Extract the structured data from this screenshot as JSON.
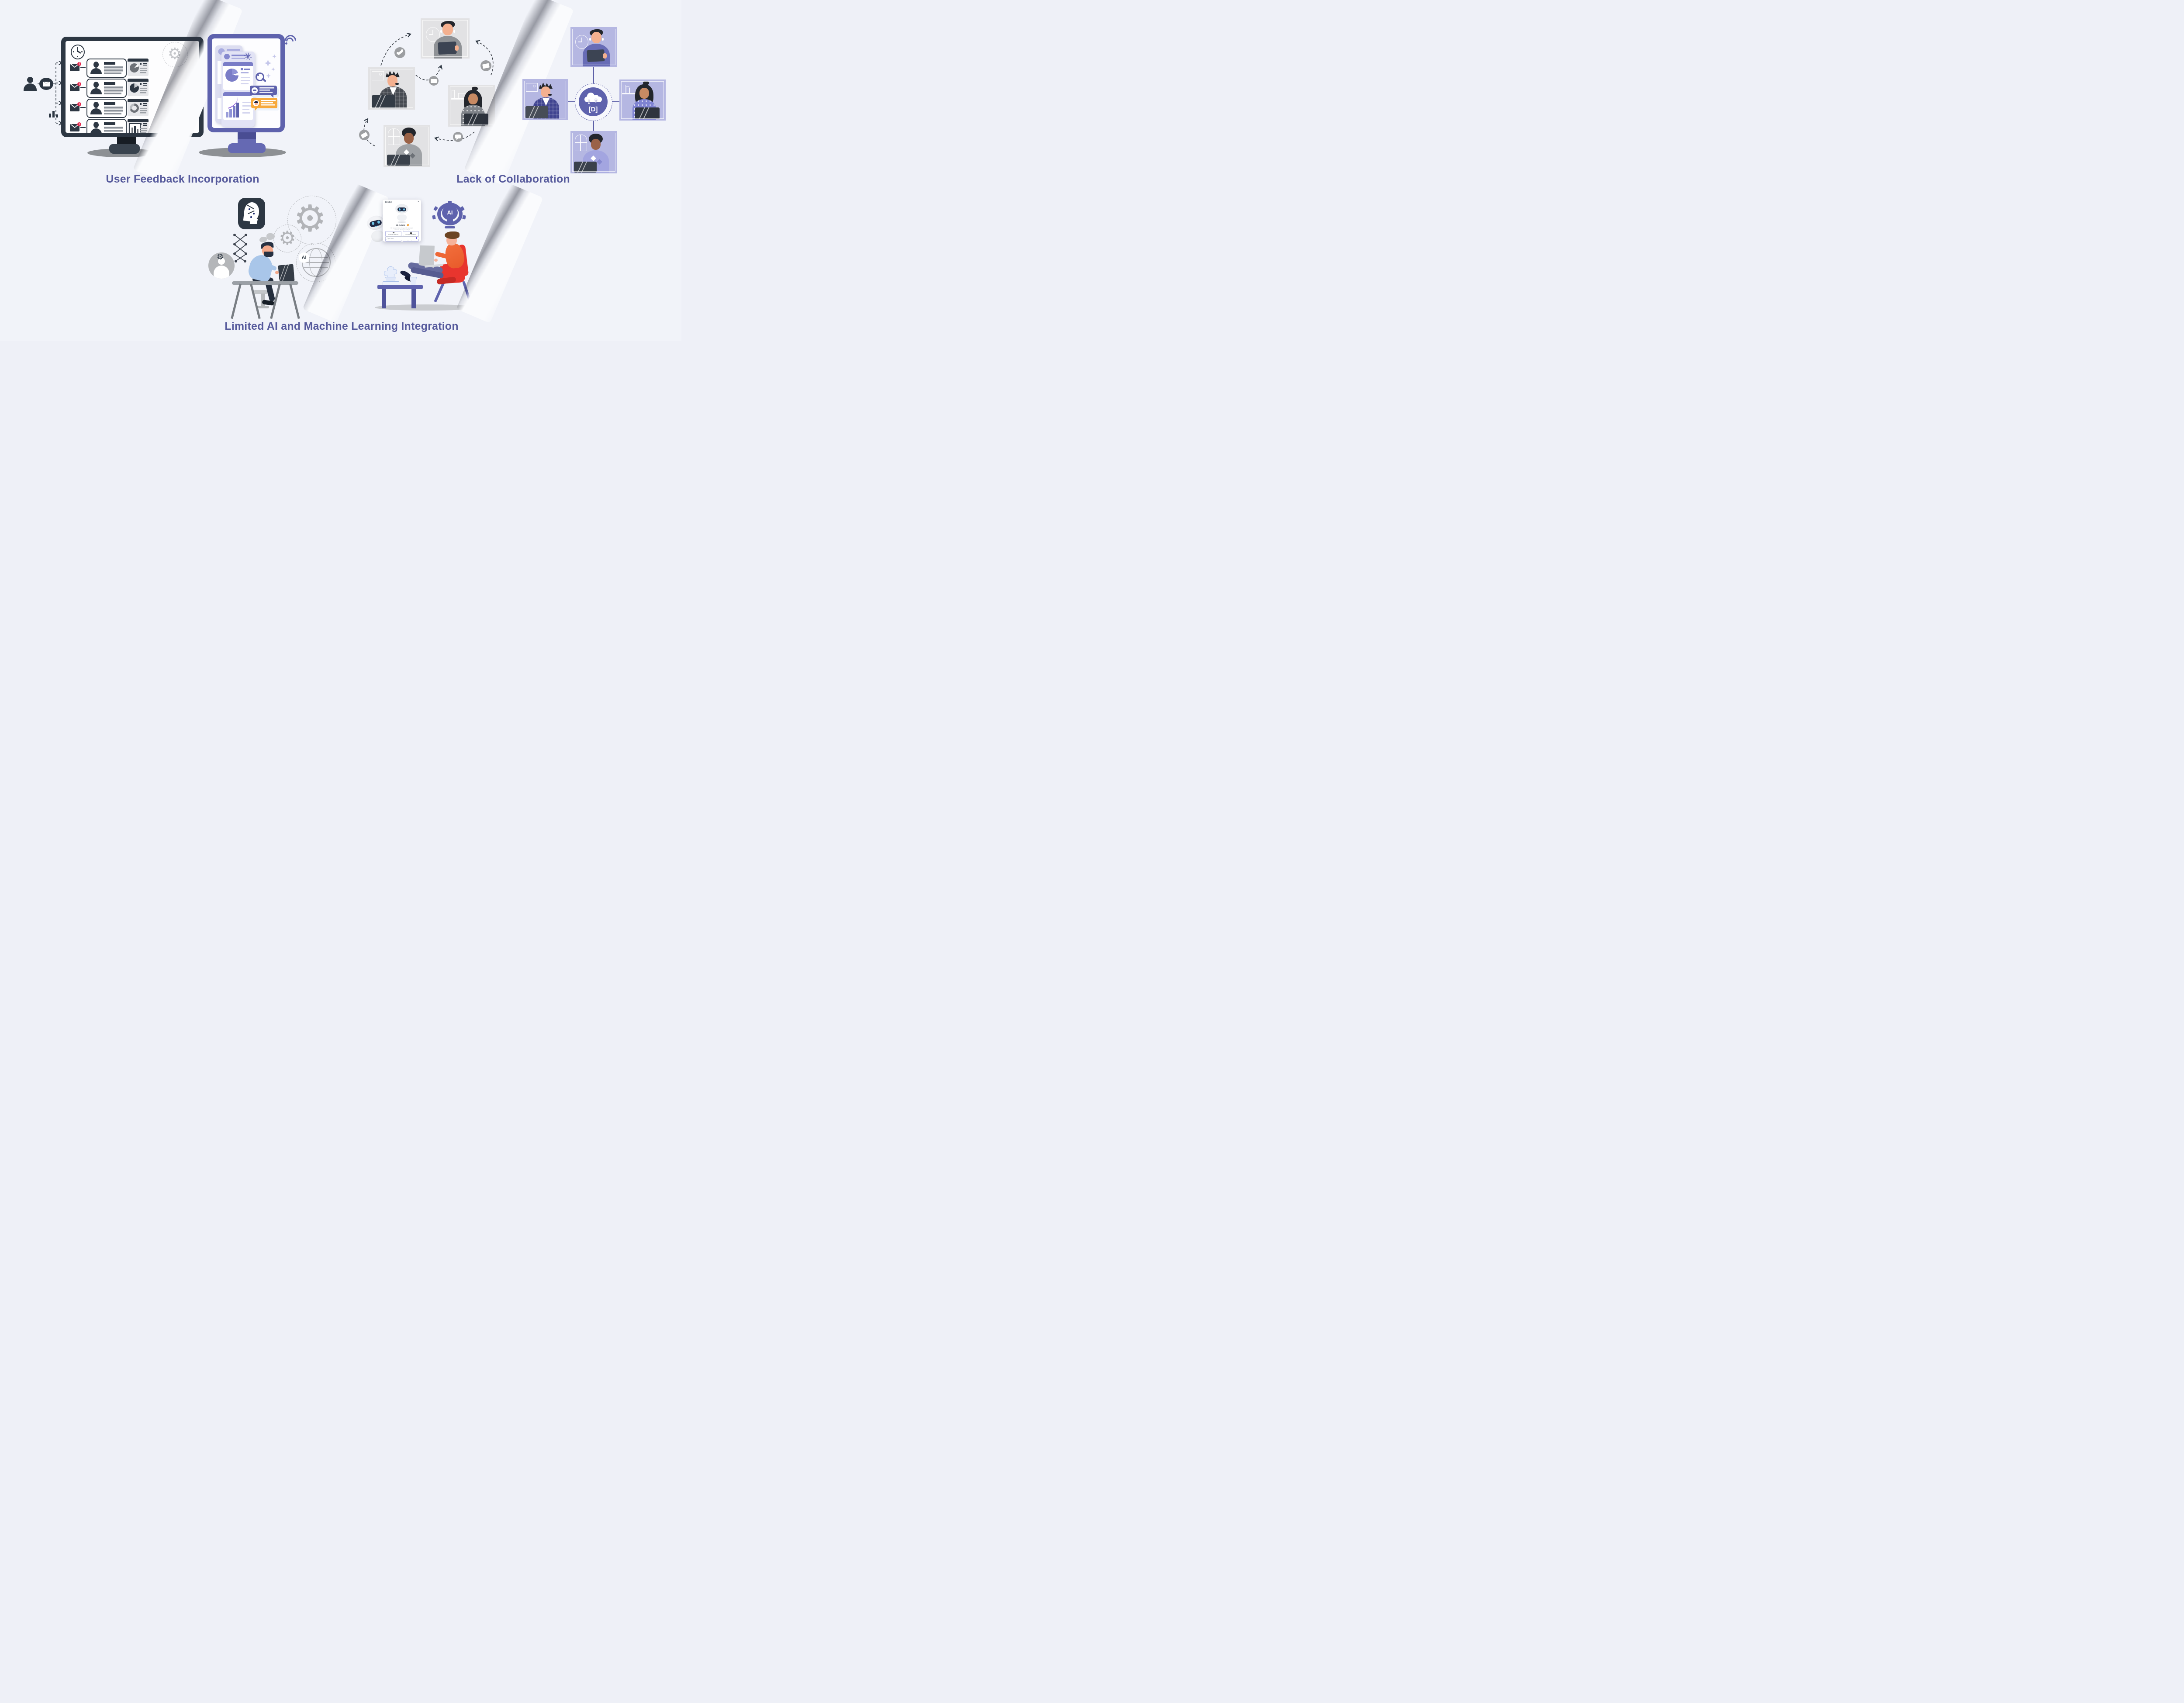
{
  "page": {
    "background_color": "#f1f3f9",
    "accent_color": "#5e62ad",
    "title_color": "#565a9c",
    "dark_slate_color": "#2d3743",
    "alert_color": "#e62a4e",
    "orange_bubble_color": "#f7a93c"
  },
  "sections": {
    "user_feedback": {
      "title": "User Feedback Incorporation"
    },
    "collaboration": {
      "title": "Lack of Collaboration"
    },
    "ai_integration": {
      "title": "Limited AI and Machine Learning Integration"
    }
  },
  "devbot": {
    "window_title": "DevBot",
    "close_glyph": "✕",
    "greeting": "Hi, Admin",
    "wave_emoji": "👋",
    "intro_line1": "My name is Devi, I'm your AI assistant.",
    "intro_line2": "How can i help you today !",
    "buttons": [
      {
        "label": "Generate Schema",
        "icon": "schema-icon"
      },
      {
        "label": "Generate Workflow",
        "icon": "workflow-icon"
      },
      {
        "label": "Generate MView",
        "icon": "gear-icon"
      },
      {
        "label": "App Templates",
        "icon": "template-icon"
      }
    ],
    "input_placeholder": "Type here"
  },
  "collab_hub": {
    "label": "[D]"
  },
  "ai_labels": {
    "globe_badge": "AI",
    "bulb_badge": "AI"
  },
  "icons": {
    "gear_glyph": "⚙",
    "spinner_glyph": "✳",
    "alert_glyph": "!",
    "up_arrow": "↑",
    "down_arrow": "↓"
  }
}
